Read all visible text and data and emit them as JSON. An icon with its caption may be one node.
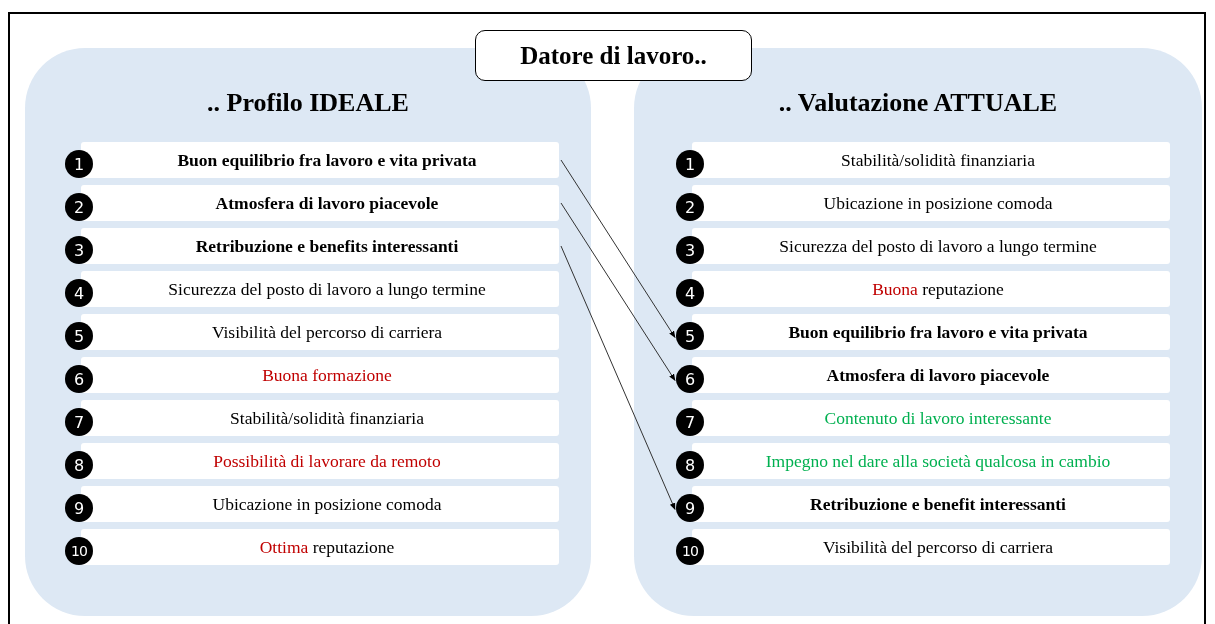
{
  "diagram": {
    "nodes": [
      {
        "text": [
          "Datore di lavoro.."
        ]
      },
      {
        "text": [
          ".. Profilo IDEALE"
        ]
      },
      {
        "text": [
          "1",
          "Buon equilibrio fra lavoro e vita privata"
        ],
        "in": 1
      },
      {
        "text": [
          "2",
          "Atmosfera di lavoro piacevole"
        ],
        "in": 1
      },
      {
        "text": [
          "3",
          "Retribuzione e benefits interessanti"
        ],
        "in": 1
      },
      {
        "text": [
          "4",
          "Sicurezza del posto di lavoro a lungo termine"
        ],
        "in": 1
      },
      {
        "text": [
          "5",
          "Visibilità del percorso di carriera"
        ],
        "in": 1
      },
      {
        "text": [
          "6",
          "Buona formazione"
        ],
        "in": 1
      },
      {
        "text": [
          "7",
          "Stabilità/solidità finanziaria"
        ],
        "in": 1
      },
      {
        "text": [
          "8",
          "Possibilità di lavorare da remoto"
        ],
        "in": 1
      },
      {
        "text": [
          "9",
          "Ubicazione in posizione comoda"
        ],
        "in": 1
      },
      {
        "text": [
          "10",
          "Ottima reputazione"
        ],
        "in": 1
      },
      {
        "text": [
          ".. Valutazione ATTUALE"
        ]
      },
      {
        "text": [
          "1",
          "Stabilità/solidità finanziaria"
        ],
        "in": 12
      },
      {
        "text": [
          "2",
          "Ubicazione in posizione comoda"
        ],
        "in": 12
      },
      {
        "text": [
          "3",
          "Sicurezza del posto di lavoro a lungo termine"
        ],
        "in": 12
      },
      {
        "text": [
          "4",
          "Buona reputazione"
        ],
        "in": 12
      },
      {
        "text": [
          "5",
          "Buon equilibrio fra lavoro e vita privata"
        ],
        "in": 12
      },
      {
        "text": [
          "6",
          "Atmosfera di lavoro piacevole"
        ],
        "in": 12
      },
      {
        "text": [
          "7",
          "Contenuto di lavoro interessante"
        ],
        "in": 12
      },
      {
        "text": [
          "8",
          "Impegno nel dare alla società qualcosa in cambio"
        ],
        "in": 12
      },
      {
        "text": [
          "9",
          "Retribuzione e benefit interessanti"
        ],
        "in": 12
      },
      {
        "text": [
          "10",
          "Visibilità del percorso di carriera"
        ],
        "in": 12
      }
    ],
    "edges": [
      {
        "from": 2,
        "to": 17,
        "arrow": "to"
      },
      {
        "from": 3,
        "to": 18,
        "arrow": "to"
      },
      {
        "from": 4,
        "to": 21,
        "arrow": "to"
      }
    ]
  }
}
